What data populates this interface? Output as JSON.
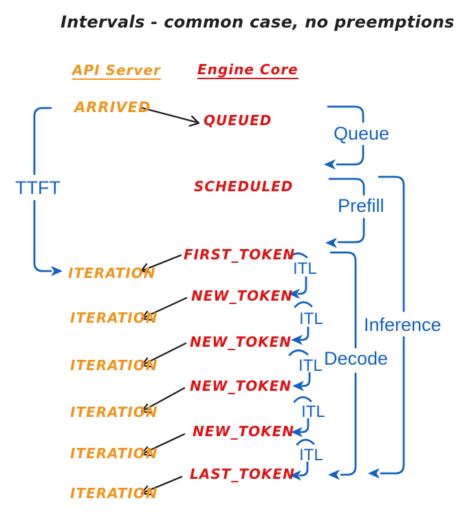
{
  "title": "Intervals - common case, no preemptions",
  "colors": {
    "blue": "#1261c4",
    "orange": "#f0941e",
    "red": "#e01212",
    "ink": "#202020"
  },
  "columns": {
    "api_server": {
      "header": "API Server"
    },
    "engine_core": {
      "header": "Engine Core"
    }
  },
  "api_events": [
    "ARRIVED",
    "ITERATION",
    "ITERATION",
    "ITERATION",
    "ITERATION",
    "ITERATION",
    "ITERATION"
  ],
  "engine_events": [
    "QUEUED",
    "SCHEDULED",
    "FIRST_TOKEN",
    "NEW_TOKEN",
    "NEW_TOKEN",
    "NEW_TOKEN",
    "NEW_TOKEN",
    "LAST_TOKEN"
  ],
  "intervals": {
    "ttft": "TTFT",
    "queue": "Queue",
    "prefill": "Prefill",
    "decode": "Decode",
    "inference": "Inference",
    "itl": [
      "ITL",
      "ITL",
      "ITL",
      "ITL",
      "ITL"
    ]
  }
}
